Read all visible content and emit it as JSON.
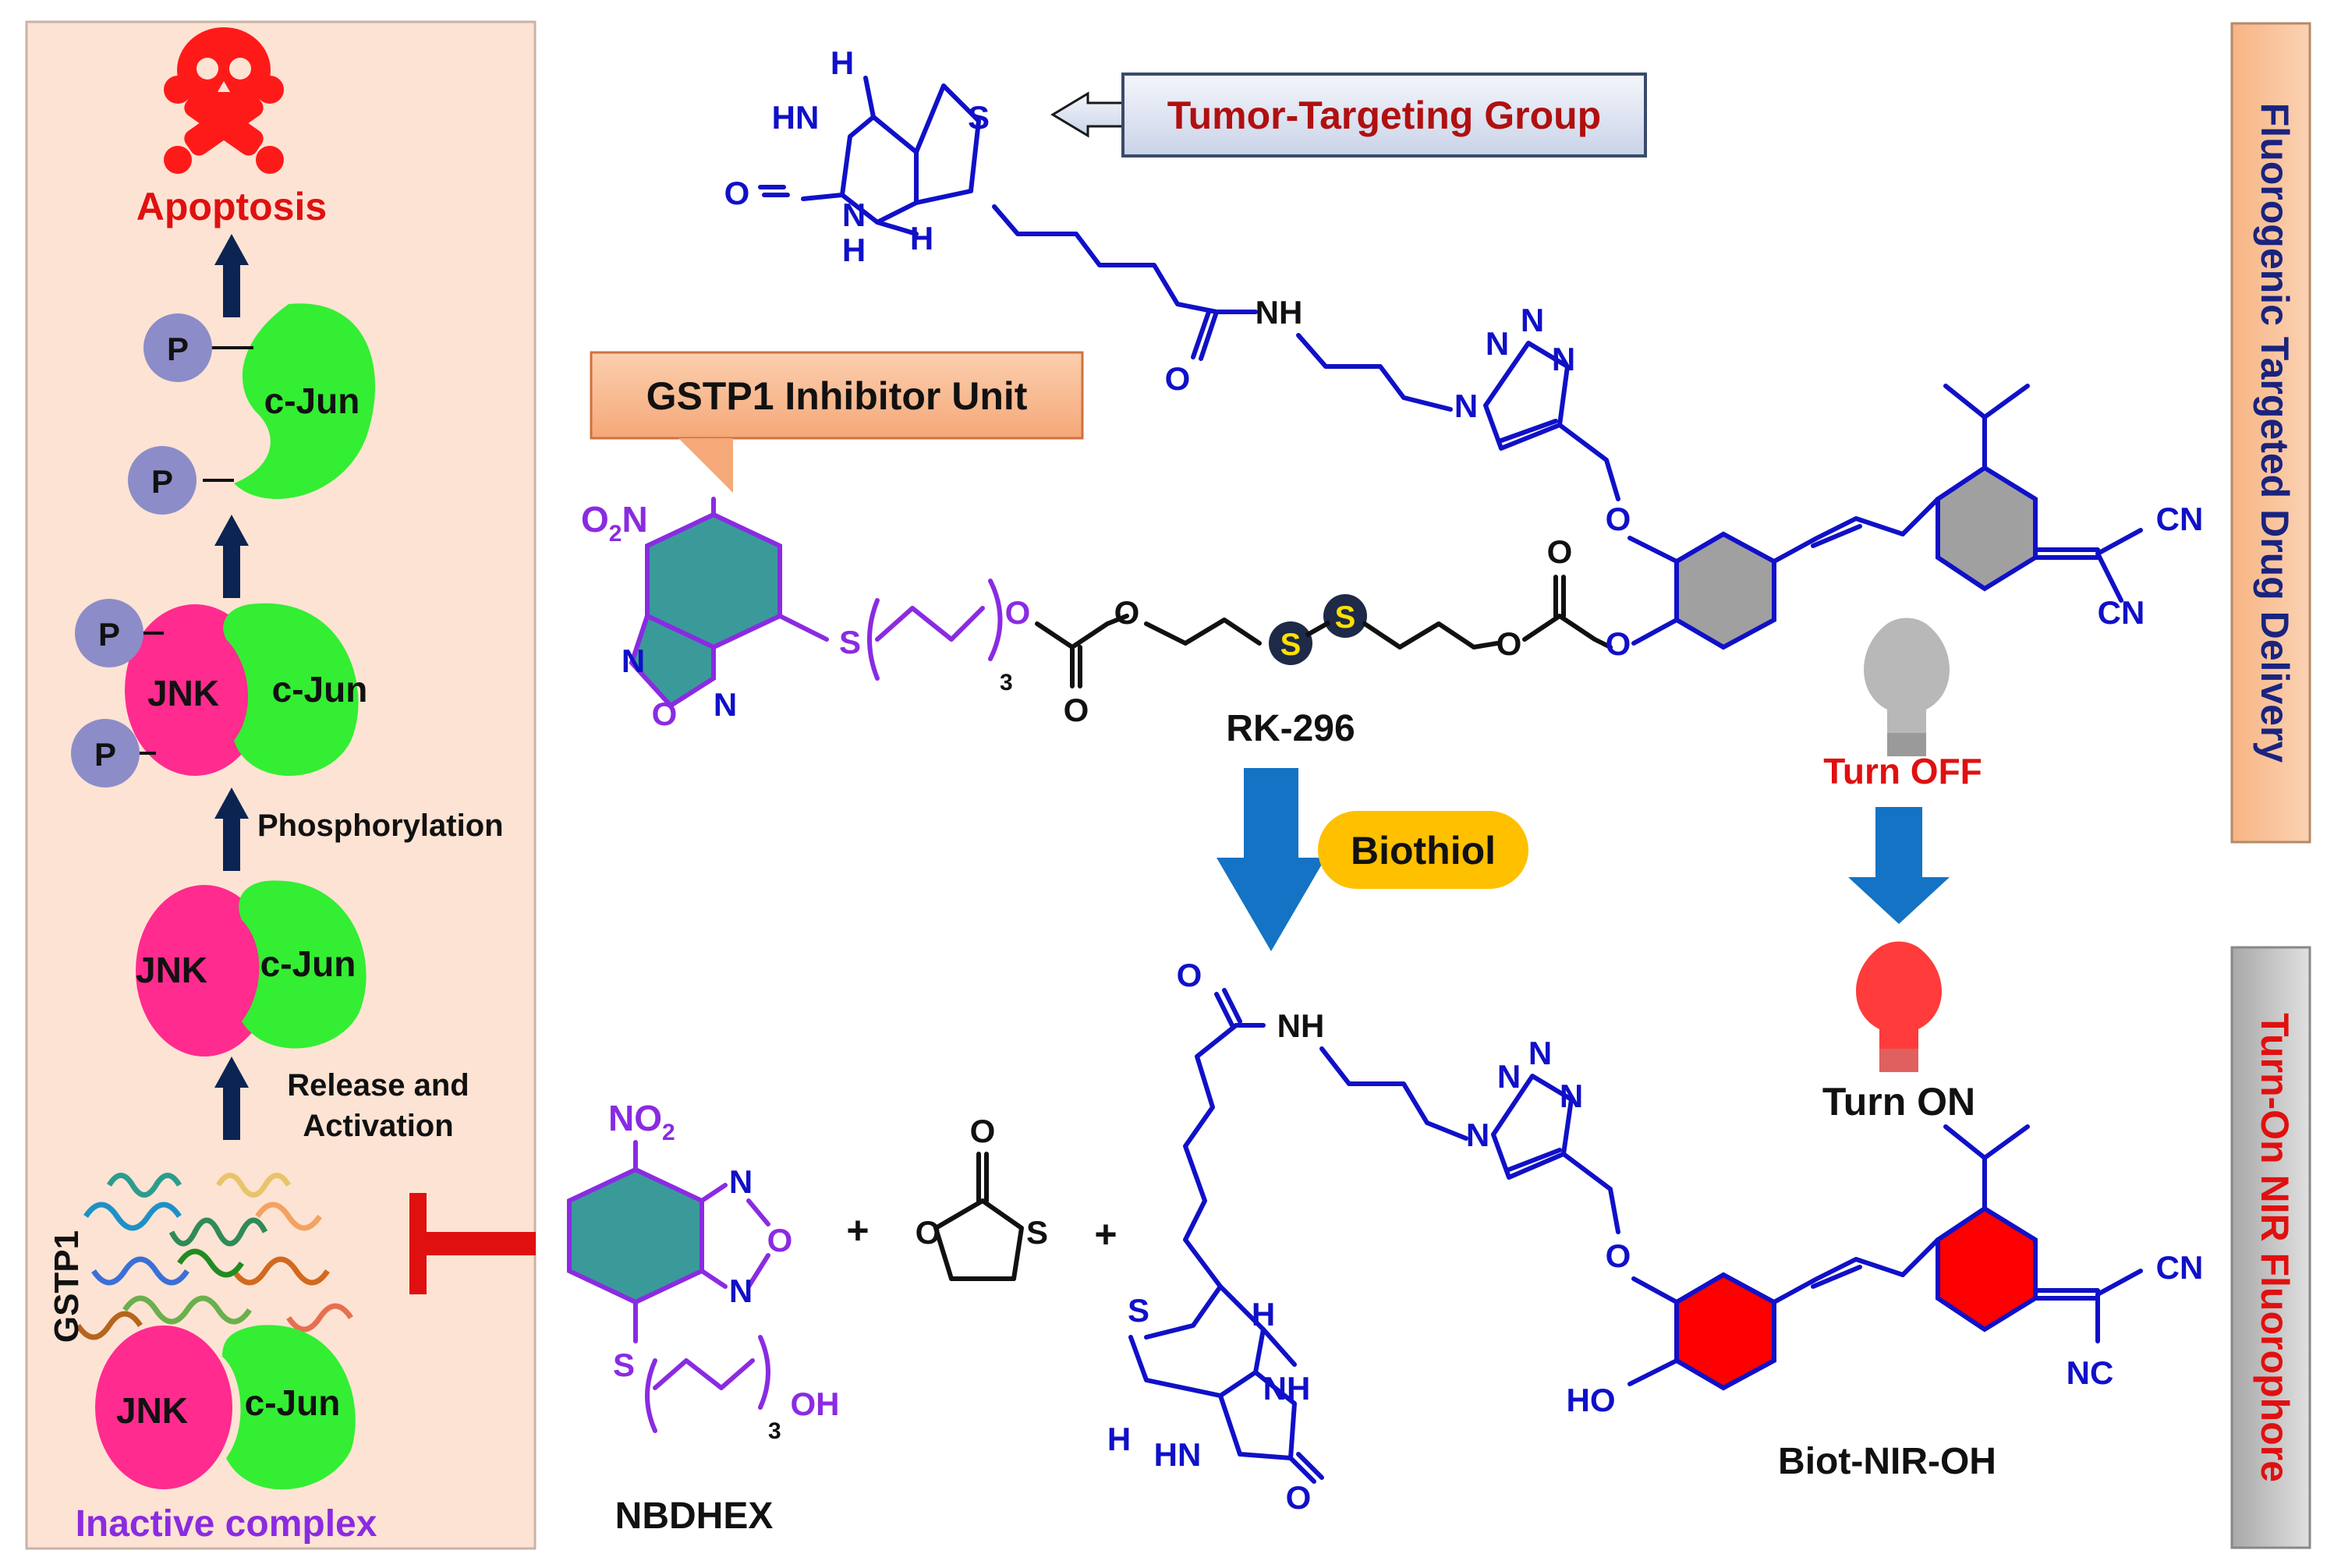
{
  "pathway": {
    "apoptosis": "Apoptosis",
    "p": "P",
    "cjun": "c-Jun",
    "jnk": "JNK",
    "phosphorylation": "Phosphorylation",
    "release_line1": "Release and",
    "release_line2": "Activation",
    "gstp1": "GSTP1",
    "inactive_complex": "Inactive complex"
  },
  "labels": {
    "tumor_targeting": "Tumor-Targeting Group",
    "gstp1_inhibitor": "GSTP1 Inhibitor Unit",
    "rk296": "RK-296",
    "biothiol": "Biothiol",
    "turn_off": "Turn OFF",
    "turn_on": "Turn ON",
    "nbdhex": "NBDHEX",
    "biot_nir_oh": "Biot-NIR-OH",
    "plus": "+",
    "side_top": "Fluorogenic Targeted Drug Delivery",
    "side_bottom": "Turn-On NIR Fluorophore"
  },
  "atoms": {
    "H": "H",
    "HN": "HN",
    "NH": "NH",
    "O": "O",
    "S": "S",
    "N": "N",
    "CN": "CN",
    "NC": "NC",
    "HO": "HO",
    "OH": "OH",
    "O2N_main": "O",
    "O2N_sub": "2",
    "O2N_tail": "N",
    "NO2_main": "NO",
    "NO2_sub": "2",
    "n3": "3"
  },
  "colors": {
    "panel_bg": "#fde3d3",
    "red": "#e01010",
    "blue": "#1010c8",
    "purple": "#8a2be2",
    "jnk": "#ff2b8f",
    "cjun": "#33ee33",
    "phosphate": "#8c8cc8",
    "arrow_navy": "#0b2452",
    "arrow_blue": "#1473c4",
    "biothiol": "#ffc000",
    "teal": "#3a9a9a",
    "red_fill": "#ff0000"
  }
}
